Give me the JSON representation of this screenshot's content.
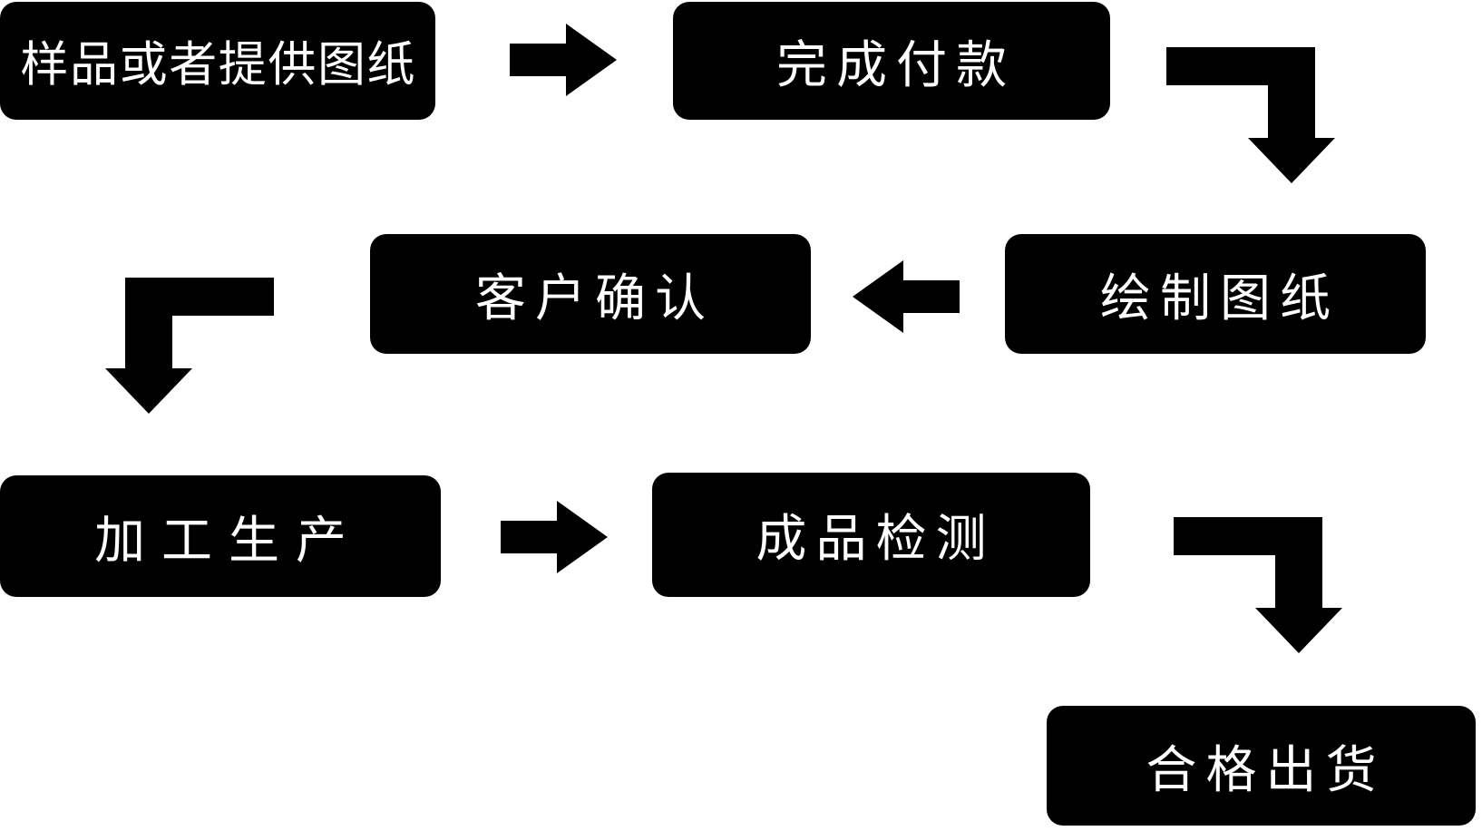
{
  "diagram": {
    "type": "flowchart",
    "background_color": "#ffffff",
    "node_fill_color": "#000000",
    "node_text_color": "#ffffff",
    "arrow_color": "#000000",
    "nodes": [
      {
        "id": "step-1",
        "label": "样品或者提供图纸"
      },
      {
        "id": "step-2",
        "label": "完成付款"
      },
      {
        "id": "step-3",
        "label": "绘制图纸"
      },
      {
        "id": "step-4",
        "label": "客户确认"
      },
      {
        "id": "step-5",
        "label": "加工生产"
      },
      {
        "id": "step-6",
        "label": "成品检测"
      },
      {
        "id": "step-7",
        "label": "合格出货"
      }
    ],
    "connections": [
      {
        "from": "样品或者提供图纸",
        "to": "完成付款",
        "arrow": "right"
      },
      {
        "from": "完成付款",
        "to": "绘制图纸",
        "arrow": "bend-right-down"
      },
      {
        "from": "绘制图纸",
        "to": "客户确认",
        "arrow": "left"
      },
      {
        "from": "客户确认",
        "to": "加工生产",
        "arrow": "bend-left-down"
      },
      {
        "from": "加工生产",
        "to": "成品检测",
        "arrow": "right"
      },
      {
        "from": "成品检测",
        "to": "合格出货",
        "arrow": "bend-right-down"
      }
    ]
  }
}
